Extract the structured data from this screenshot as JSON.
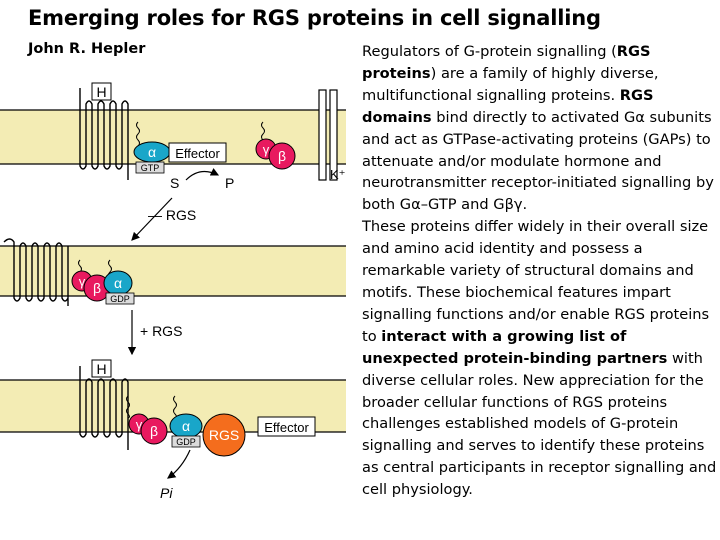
{
  "page": {
    "title": "Emerging roles for RGS proteins in cell signalling",
    "author": "John R. Hepler"
  },
  "abstract": {
    "p1": [
      {
        "t": "Regulators of G-protein signalling ("
      },
      {
        "t": "RGS proteins",
        "b": true
      },
      {
        "t": ") are a family of highly diverse, multifunctional signalling proteins. "
      },
      {
        "t": "RGS domains",
        "b": true
      },
      {
        "t": " bind directly to activated Gα subunits and act as GTPase-activating proteins (GAPs) to attenuate and/or modulate hormone and neurotransmitter receptor-initiated signalling by both Gα–GTP and Gβγ."
      }
    ],
    "p2": [
      {
        "t": "These proteins differ widely in their overall size and amino acid identity and possess a remarkable variety of structural domains and motifs. These biochemical features impart signalling functions and/or enable RGS proteins to "
      },
      {
        "t": "interact with a growing list of unexpected protein-binding partners",
        "b": true
      },
      {
        "t": " with diverse cellular roles. New appreciation for the broader cellular functions of RGS proteins challenges established models of G-protein signalling and serves to identify these proteins as central participants in receptor signalling and cell physiology."
      }
    ]
  },
  "figure": {
    "hormone_label": "H",
    "effector_label": "Effector",
    "alpha_symbol": "α",
    "beta_symbol": "β",
    "gamma_symbol": "γ",
    "gtp_label": "GTP",
    "gdp_label": "GDP",
    "substrate_label": "S",
    "product_label": "P",
    "potassium_label": "K⁺",
    "minus_rgs_label": "— RGS",
    "plus_rgs_label": "+ RGS",
    "rgs_label": "RGS",
    "pi_label": "Pi",
    "colors": {
      "membrane": "#f3ecb4",
      "alpha": "#19a6c9",
      "beta": "#e8195f",
      "gamma": "#e8195f",
      "rgs": "#f46d1d",
      "gtp_gdp": "#dcdcdc"
    }
  }
}
